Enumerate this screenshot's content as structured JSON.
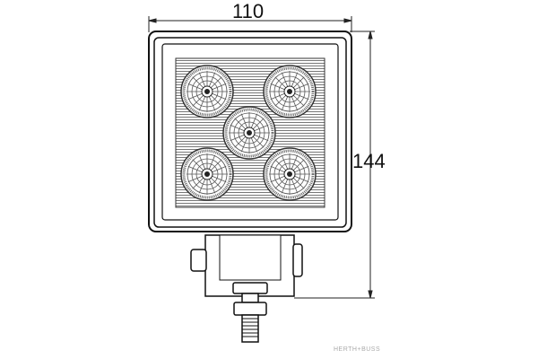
{
  "dimensions": {
    "width_label": "110",
    "height_label": "144"
  },
  "watermark": "HERTH+BUSS",
  "led_count": 5
}
